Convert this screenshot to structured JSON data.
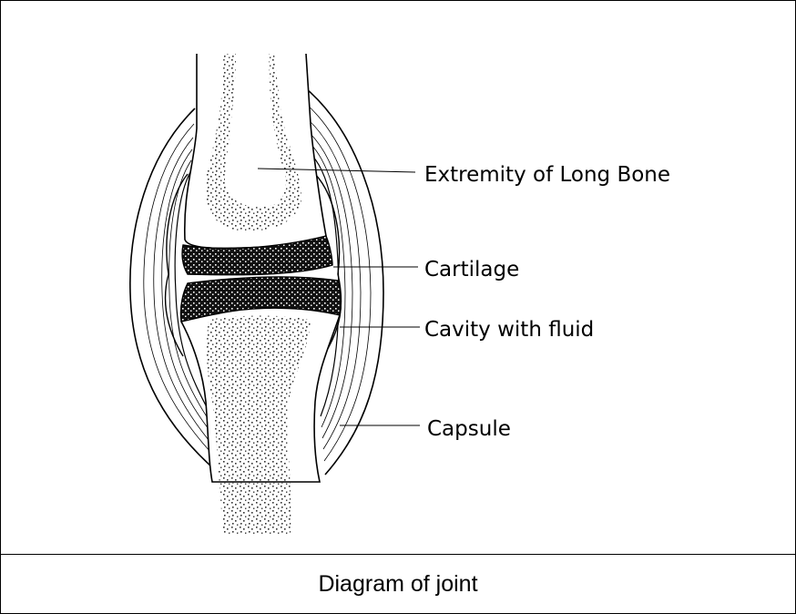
{
  "caption": "Diagram of joint",
  "labels": {
    "extremity": "Extremity of Long Bone",
    "cartilage": "Cartilage",
    "cavity": "Cavity with fluid",
    "capsule": "Capsule"
  },
  "colors": {
    "line": "#000000",
    "background": "#ffffff",
    "stipple": "#222222"
  }
}
